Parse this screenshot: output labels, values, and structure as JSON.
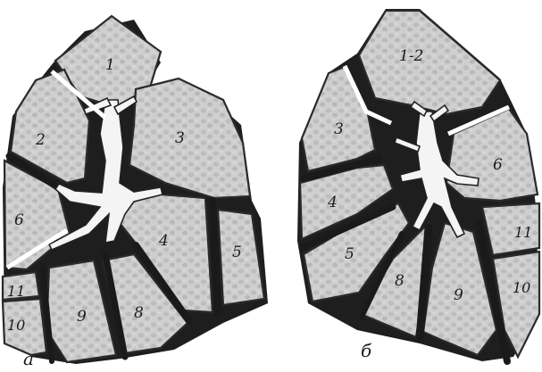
{
  "colors": {
    "paper": "#ffffff",
    "lobule_fill": "#cfcfcf",
    "lobule_grain": "#b4b4b4",
    "ink": "#1a1a1a",
    "bronchus": "#f4f4f4"
  },
  "panel_a": {
    "caption": "а",
    "segments": {
      "s1": "1",
      "s2": "2",
      "s3": "3",
      "s4": "4",
      "s5": "5",
      "s6": "6",
      "s8": "8",
      "s9": "9",
      "s10": "10",
      "s11": "11"
    }
  },
  "panel_b": {
    "caption": "б",
    "segments": {
      "s12": "1-2",
      "s3": "3",
      "s4": "4",
      "s5": "5",
      "s6": "6",
      "s8": "8",
      "s9": "9",
      "s10": "10",
      "s11": "11"
    }
  }
}
